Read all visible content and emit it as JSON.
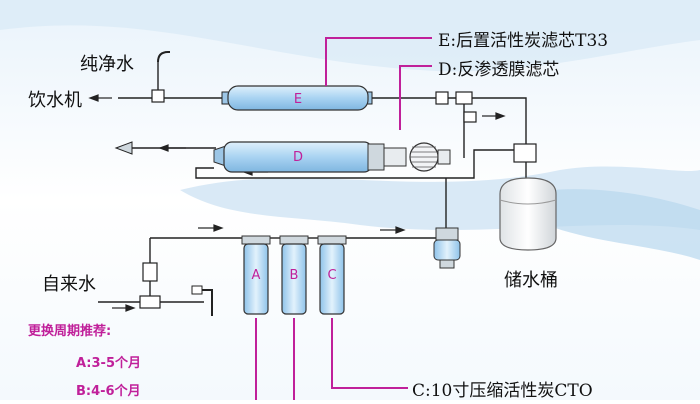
{
  "labels": {
    "pure_water": "纯净水",
    "dispenser": "饮水机",
    "tap_water": "自来水",
    "storage_tank": "储水桶"
  },
  "callouts": {
    "E": "E:后置活性炭滤芯T33",
    "D": "D:反渗透膜滤芯",
    "C": "C:10寸压缩活性炭CTO"
  },
  "cartridges": {
    "A": "A",
    "B": "B",
    "C": "C",
    "D": "D",
    "E": "E"
  },
  "schedule": {
    "title": "更换周期推荐:",
    "a": "A:3-5个月",
    "b": "B:4-6个月"
  },
  "colors": {
    "accent": "#c0209a",
    "pipe": "#222222",
    "cartridge": "#a9d3f2"
  }
}
